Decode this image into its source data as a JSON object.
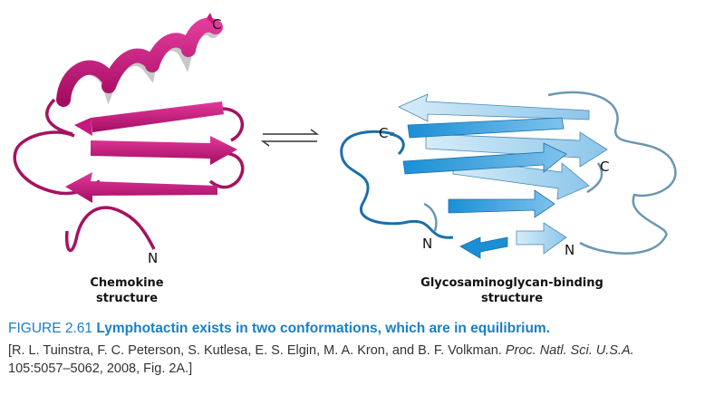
{
  "colors": {
    "chemokine": "#c8187f",
    "gag_dark": "#1c6fa8",
    "gag_light": "#a9d3ee",
    "caption_accent": "#1b7fc4"
  },
  "labels": {
    "chemokine_c": "C",
    "chemokine_n": "N",
    "gag_c1": "C",
    "gag_c2": "C",
    "gag_n1": "N",
    "gag_n2": "N"
  },
  "structures": {
    "chemokine_line1": "Chemokine",
    "chemokine_line2": "structure",
    "gag_line1": "Glycosaminoglycan-binding",
    "gag_line2": "structure"
  },
  "equilibrium_icon": "equilibrium-arrows-icon",
  "caption": {
    "figure_number": "FIGURE 2.61",
    "title": "Lymphotactin exists in two conformations, which are in equilibrium.",
    "ref_authors": "[R. L. Tuinstra, F. C. Peterson, S. Kutlesa, E. S. Elgin, M. A. Kron, and B. F. Volkman.",
    "ref_journal": "Proc. Natl. Sci. U.S.A.",
    "ref_details": "105:5057–5062, 2008, Fig. 2A.]"
  }
}
